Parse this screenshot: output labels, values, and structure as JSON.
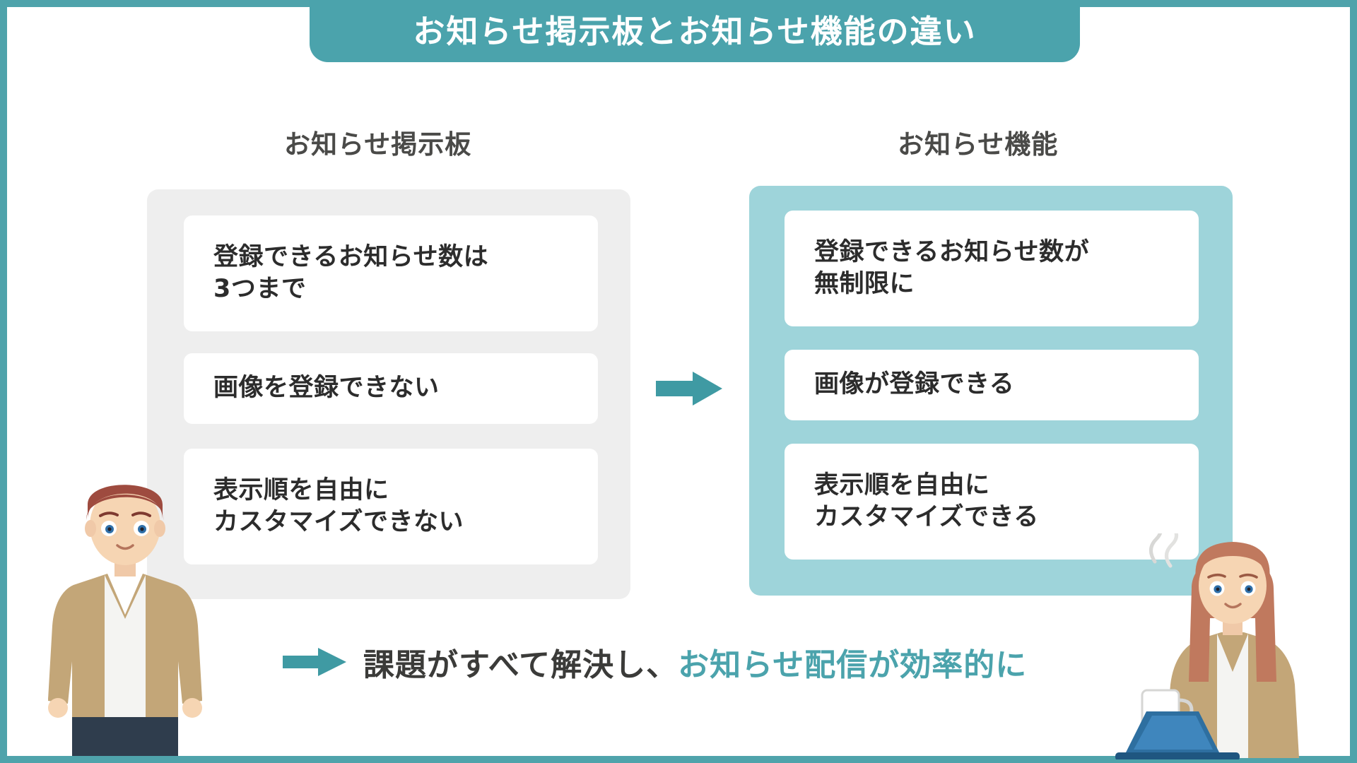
{
  "title": {
    "text": "お知らせ掲示板とお知らせ機能の違い"
  },
  "columns": {
    "left": {
      "heading": "お知らせ掲示板",
      "panel_color": "#eeeeee",
      "cards": [
        {
          "line1": "登録できるお知らせ数は",
          "line2": "3つまで"
        },
        {
          "line1": "画像を登録できない",
          "line2": ""
        },
        {
          "line1": "表示順を自由に",
          "line2": "カスタマイズできない"
        }
      ]
    },
    "right": {
      "heading": "お知らせ機能",
      "panel_color": "#9ed4da",
      "cards": [
        {
          "line1": "登録できるお知らせ数が",
          "line2": "無制限に"
        },
        {
          "line1": "画像が登録できる",
          "line2": ""
        },
        {
          "line1": "表示順を自由に",
          "line2": "カスタマイズできる"
        }
      ]
    }
  },
  "arrows": {
    "middle_icon": "arrow-right-icon",
    "bottom_icon": "arrow-right-icon"
  },
  "tagline": {
    "dark_text": "課題がすべて解決し、",
    "accent_text": "お知らせ配信が効率的に"
  },
  "illustrations": {
    "left": "man-illustration",
    "right": "woman-with-laptop-illustration"
  },
  "colors": {
    "brand_teal": "#4ba3ac",
    "panel_teal": "#9ed4da",
    "panel_gray": "#eeeeee",
    "text_dark": "#2c2c2c",
    "heading_gray": "#4a4a48",
    "white": "#ffffff"
  }
}
